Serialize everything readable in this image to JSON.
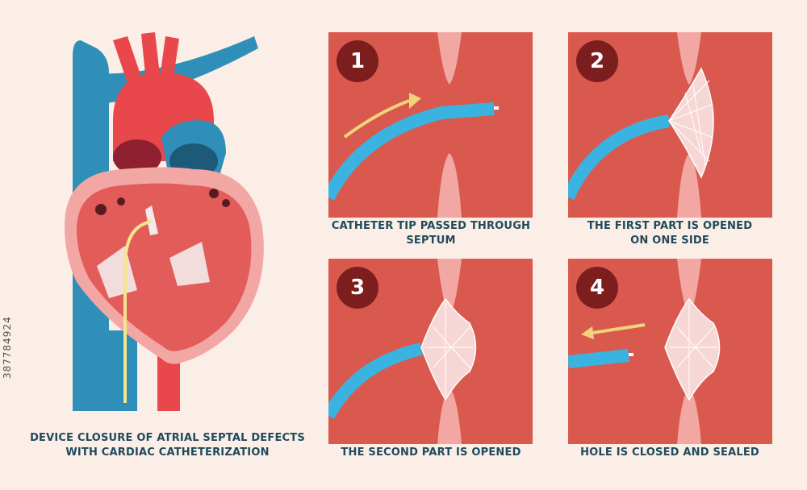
{
  "diagram": {
    "title_lines": [
      "DEVICE CLOSURE OF ATRIAL SEPTAL DEFECTS",
      "WITH CARDIAC CATHETERIZATION"
    ],
    "stock_id": "387784924",
    "steps": [
      {
        "number": "1",
        "caption_lines": [
          "CATHETER TIP PASSED THROUGH",
          "SEPTUM"
        ]
      },
      {
        "number": "2",
        "caption_lines": [
          "THE FIRST PART IS OPENED",
          "ON ONE SIDE"
        ]
      },
      {
        "number": "3",
        "caption_lines": [
          "THE SECOND PART IS OPENED"
        ]
      },
      {
        "number": "4",
        "caption_lines": [
          "HOLE IS CLOSED AND SEALED"
        ]
      }
    ]
  },
  "colors": {
    "background": "#fbeee6",
    "panel": "#d9594f",
    "septum": "#f2a7a3",
    "catheter": "#3bb3e0",
    "badge": "#7d1e1e",
    "arrow": "#f2d27a",
    "caption_text": "#1f4a5c",
    "vein_blue": "#2f8fb8",
    "artery_red": "#e8474c"
  }
}
